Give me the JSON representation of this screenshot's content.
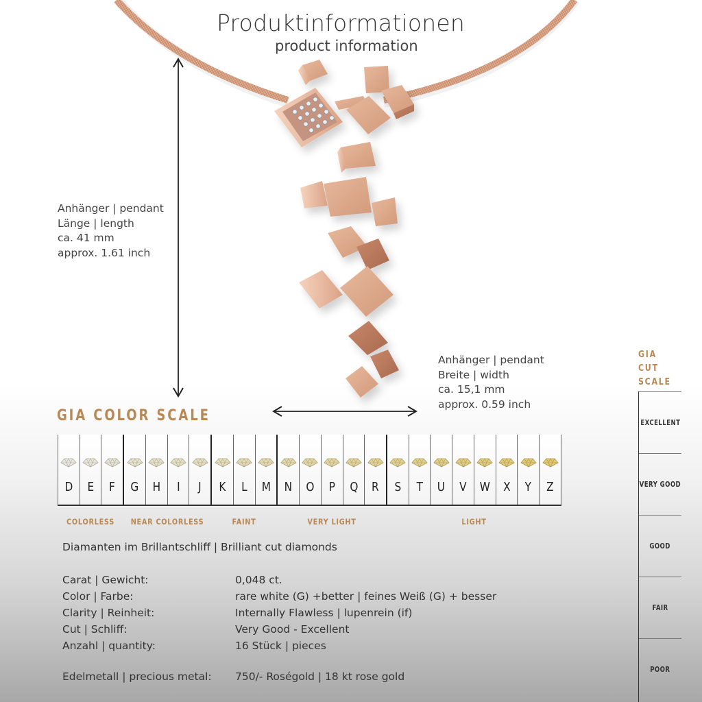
{
  "header": {
    "title": "Produktinformationen",
    "subtitle": "product information"
  },
  "dimensions": {
    "length": {
      "line1": "Anhänger | pendant",
      "line2": "Länge | length",
      "line3": "ca. 41 mm",
      "line4": "approx. 1.61 inch"
    },
    "width": {
      "line1": "Anhänger | pendant",
      "line2": "Breite | width",
      "line3": "ca. 15,1 mm",
      "line4": "approx. 0.59 inch"
    }
  },
  "color_scale": {
    "title": "GIA COLOR SCALE",
    "grades": [
      "D",
      "E",
      "F",
      "G",
      "H",
      "I",
      "J",
      "K",
      "L",
      "M",
      "N",
      "O",
      "P",
      "Q",
      "R",
      "S",
      "T",
      "U",
      "V",
      "W",
      "X",
      "Y",
      "Z"
    ],
    "groups": [
      {
        "label": "COLORLESS",
        "from": "D",
        "to": "F"
      },
      {
        "label": "NEAR COLORLESS",
        "from": "G",
        "to": "J"
      },
      {
        "label": "FAINT",
        "from": "K",
        "to": "M"
      },
      {
        "label": "VERY LIGHT",
        "from": "N",
        "to": "R"
      },
      {
        "label": "LIGHT",
        "from": "S",
        "to": "Z"
      }
    ],
    "accent_color": "#b98955"
  },
  "cut_scale": {
    "title_line1": "GIA",
    "title_line2": "CUT",
    "title_line3": "SCALE",
    "grades": [
      "EXCELLENT",
      "VERY GOOD",
      "GOOD",
      "FAIR",
      "POOR"
    ]
  },
  "specs": {
    "heading": "Diamanten im Brillantschliff | Brilliant cut diamonds",
    "rows": [
      {
        "key": "Carat | Gewicht:",
        "value": "0,048 ct."
      },
      {
        "key": "Color | Farbe:",
        "value": "rare white (G) +better | feines Weiß (G) + besser"
      },
      {
        "key": "Clarity | Reinheit:",
        "value": "Internally Flawless | lupenrein (if)"
      },
      {
        "key": "Cut | Schliff:",
        "value": "Very Good - Excellent"
      },
      {
        "key": "Anzahl | quantity:",
        "value": "16 Stück | pieces"
      }
    ],
    "metal": {
      "key": "Edelmetall | precious metal:",
      "value": "750/- Roségold | 18 kt rose gold"
    }
  },
  "colors": {
    "rose_gold": "#d9a184",
    "accent": "#b98955",
    "text": "#333333"
  }
}
